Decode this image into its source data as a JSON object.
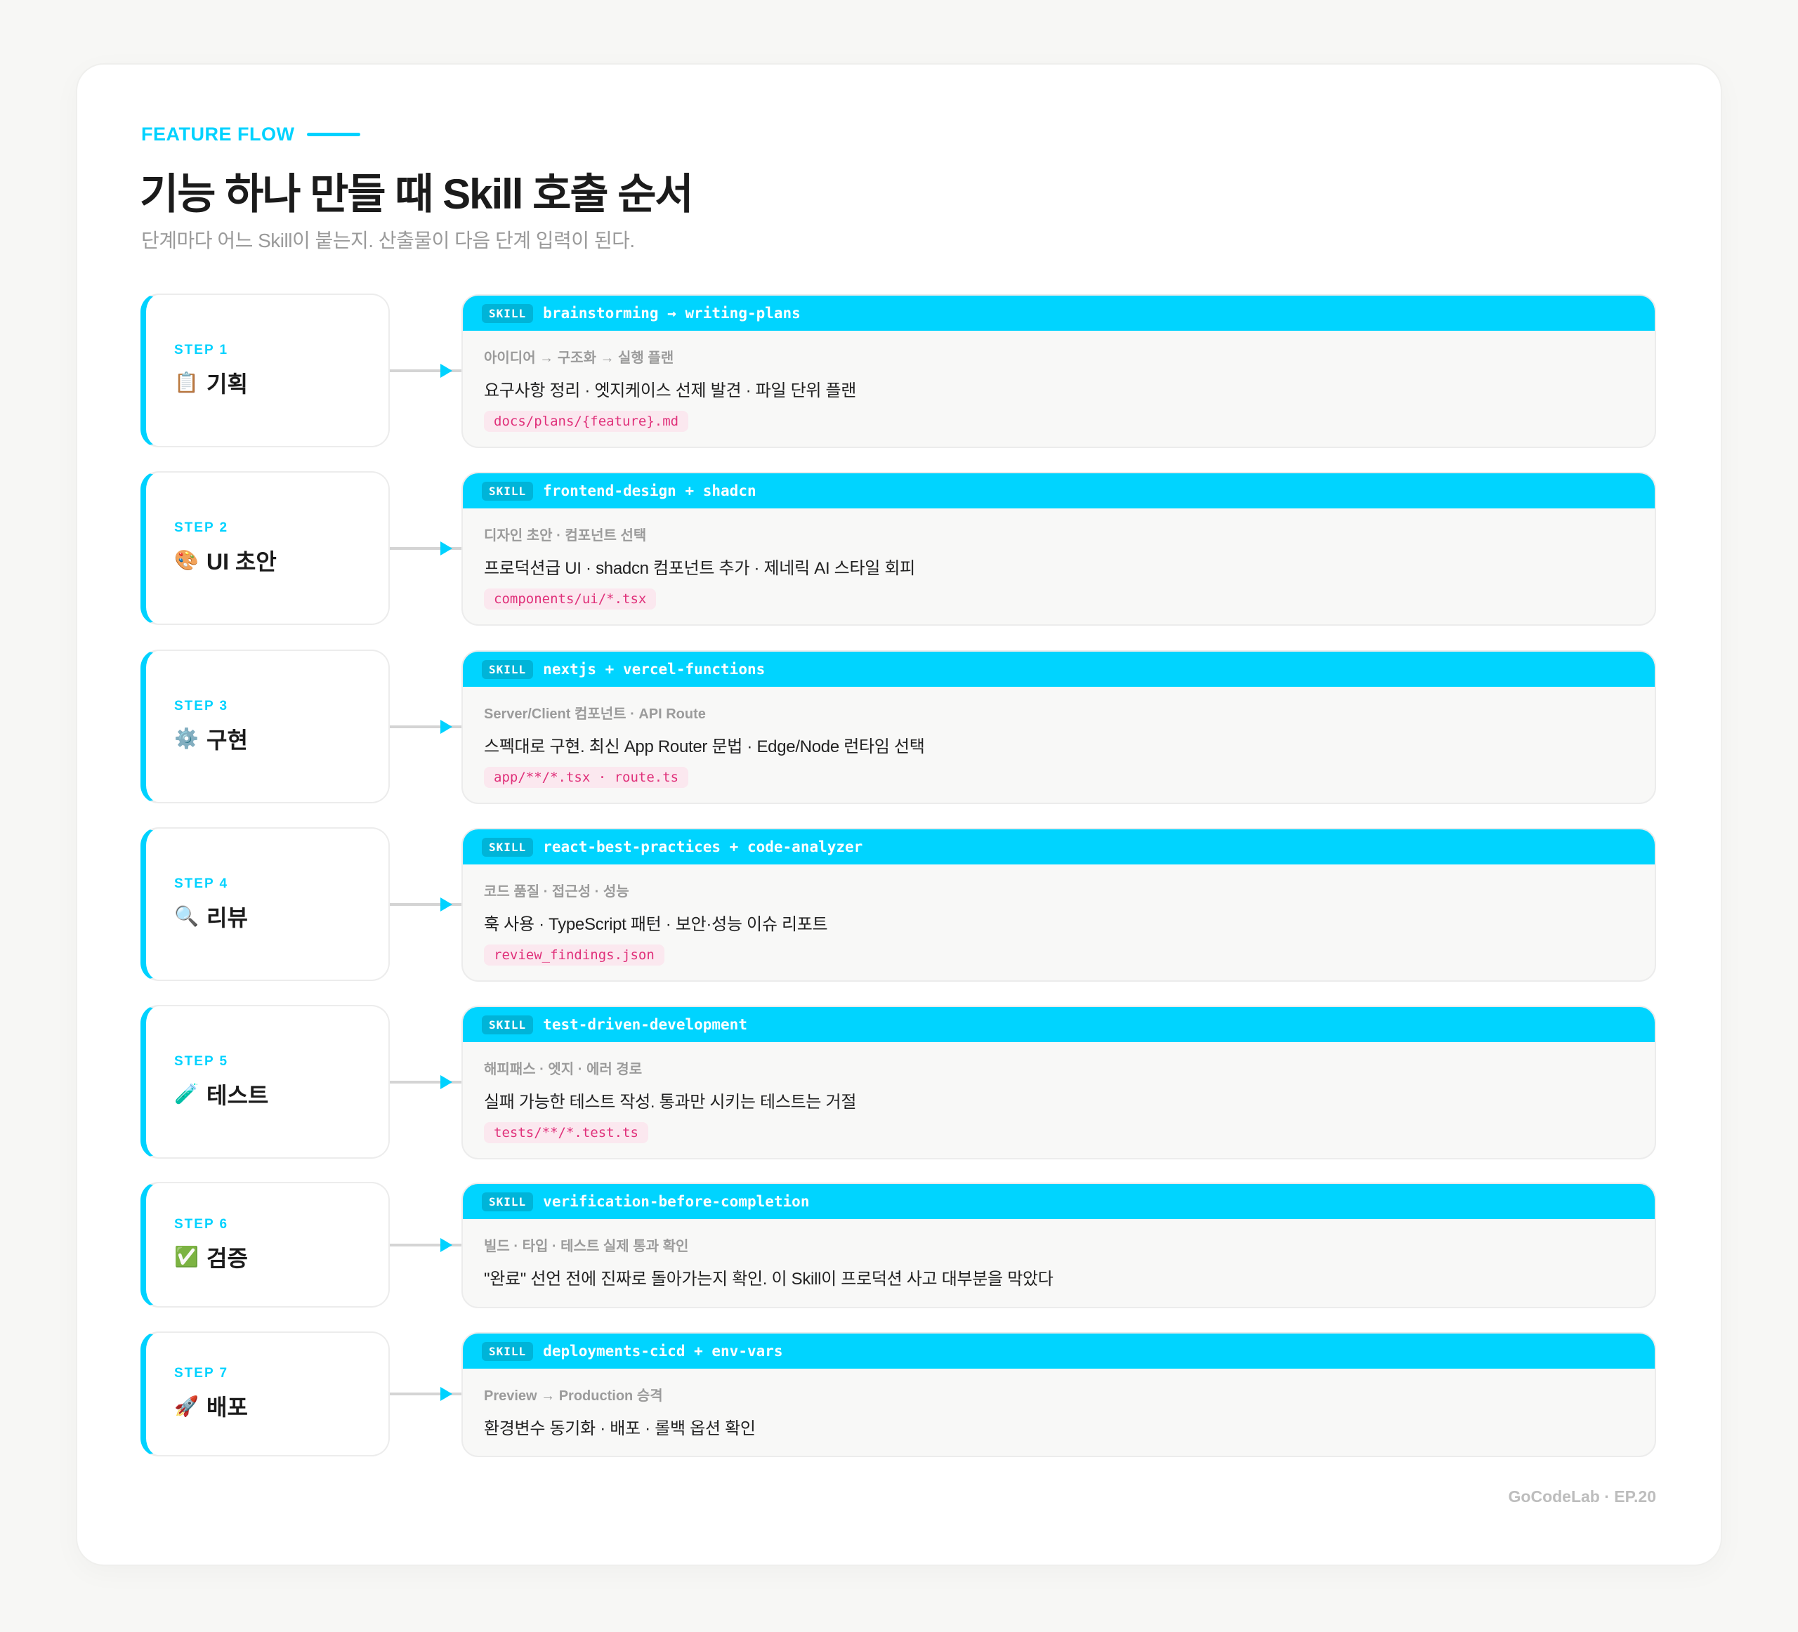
{
  "header": {
    "eyebrow": "FEATURE FLOW",
    "title": "기능 하나 만들 때 Skill 호출 순서",
    "subtitle": "단계마다 어느 Skill이 붙는지. 산출물이 다음 단계 입력이 된다."
  },
  "accent_color": "#00d4ff",
  "skill_badge_label": "SKILL",
  "steps": [
    {
      "label": "STEP 1",
      "icon": "clipboard-icon",
      "emoji": "📋",
      "name": "기획",
      "skill": "brainstorming → writing-plans",
      "sub": "아이디어 → 구조화 → 실행 플랜",
      "main": "요구사항 정리 · 엣지케이스 선제 발견 · 파일 단위 플랜",
      "file": "docs/plans/{feature}.md"
    },
    {
      "label": "STEP 2",
      "icon": "palette-icon",
      "emoji": "🎨",
      "name": "UI 초안",
      "skill": "frontend-design + shadcn",
      "sub": "디자인 초안 · 컴포넌트 선택",
      "main": "프로덕션급 UI · shadcn 컴포넌트 추가 · 제네릭 AI 스타일 회피",
      "file": "components/ui/*.tsx"
    },
    {
      "label": "STEP 3",
      "icon": "gear-icon",
      "emoji": "⚙️",
      "name": "구현",
      "skill": "nextjs + vercel-functions",
      "sub": "Server/Client 컴포넌트 · API Route",
      "main": "스펙대로 구현. 최신 App Router 문법 · Edge/Node 런타임 선택",
      "file": "app/**/*.tsx · route.ts"
    },
    {
      "label": "STEP 4",
      "icon": "magnifier-icon",
      "emoji": "🔍",
      "name": "리뷰",
      "skill": "react-best-practices + code-analyzer",
      "sub": "코드 품질 · 접근성 · 성능",
      "main": "훅 사용 · TypeScript 패턴 · 보안·성능 이슈 리포트",
      "file": "review_findings.json"
    },
    {
      "label": "STEP 5",
      "icon": "test-tube-icon",
      "emoji": "🧪",
      "name": "테스트",
      "skill": "test-driven-development",
      "sub": "해피패스 · 엣지 · 에러 경로",
      "main": "실패 가능한 테스트 작성. 통과만 시키는 테스트는 거절",
      "file": "tests/**/*.test.ts"
    },
    {
      "label": "STEP 6",
      "icon": "check-mark-icon",
      "emoji": "✅",
      "name": "검증",
      "skill": "verification-before-completion",
      "sub": "빌드 · 타입 · 테스트 실제 통과 확인",
      "main": "\"완료\" 선언 전에 진짜로 돌아가는지 확인. 이 Skill이 프로덕션 사고 대부분을 막았다",
      "file": null
    },
    {
      "label": "STEP 7",
      "icon": "rocket-icon",
      "emoji": "🚀",
      "name": "배포",
      "skill": "deployments-cicd + env-vars",
      "sub": "Preview → Production 승격",
      "main": "환경변수 동기화 · 배포 · 롤백 옵션 확인",
      "file": null
    }
  ],
  "footer": "GoCodeLab · EP.20"
}
